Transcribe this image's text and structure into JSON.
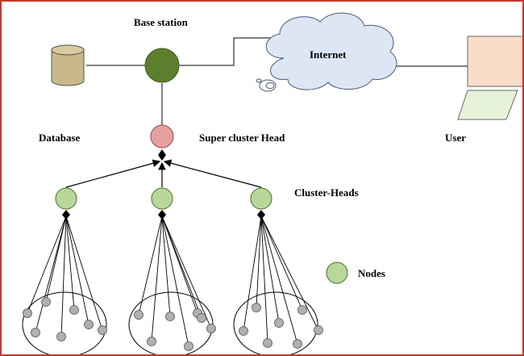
{
  "labels": {
    "base_station": "Base station",
    "internet": "Internet",
    "database": "Database",
    "super_cluster_head": "Super cluster Head",
    "user": "User",
    "cluster_heads": "Cluster-Heads",
    "nodes": "Nodes"
  },
  "colors": {
    "frame": "#c0392b",
    "base_station": "#5b7f2c",
    "super_cluster_head": "#e7a0a0",
    "cluster_head": "#b7d89a",
    "node": "#b0b0b0",
    "database": "#c8b88a",
    "cloud": "#dde6f5",
    "monitor": "#f9dcc8",
    "keyboard": "#e6f3d8"
  },
  "structure": {
    "cluster_count": 3,
    "nodes_per_cluster": 7,
    "hierarchy": [
      "Base station",
      "Super cluster Head",
      "Cluster-Heads",
      "Nodes"
    ]
  }
}
